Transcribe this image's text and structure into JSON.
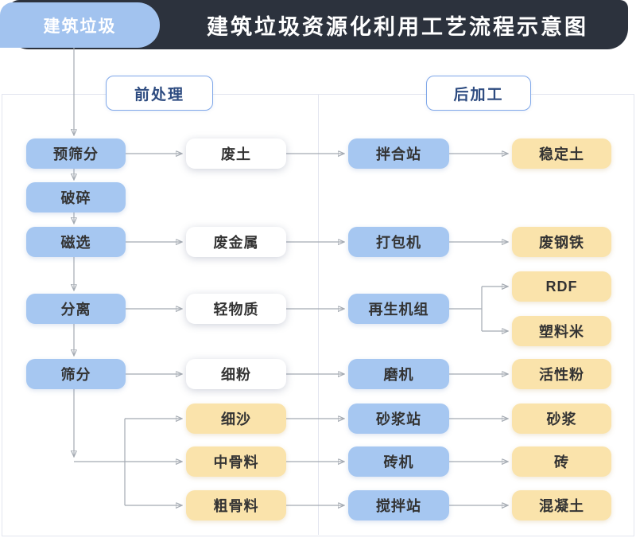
{
  "header": {
    "tab": "建筑垃圾",
    "title": "建筑垃圾资源化利用工艺流程示意图"
  },
  "sections": {
    "pre": "前处理",
    "post": "后加工"
  },
  "columns": {
    "pretreatment": [
      "预筛分",
      "破碎",
      "磁选",
      "分离",
      "筛分"
    ],
    "intermediate": [
      "废土",
      "废金属",
      "轻物质",
      "细粉",
      "细沙",
      "中骨料",
      "粗骨料"
    ],
    "processing": [
      "拌合站",
      "打包机",
      "再生机组",
      "磨机",
      "砂浆站",
      "砖机",
      "搅拌站"
    ],
    "products": [
      "稳定土",
      "废钢铁",
      "RDF",
      "塑料米",
      "活性粉",
      "砂浆",
      "砖",
      "混凝土"
    ]
  },
  "edges": [
    {
      "from": "建筑垃圾",
      "to": "预筛分"
    },
    {
      "from": "预筛分",
      "to": "破碎"
    },
    {
      "from": "破碎",
      "to": "磁选"
    },
    {
      "from": "磁选",
      "to": "分离"
    },
    {
      "from": "分离",
      "to": "筛分"
    },
    {
      "from": "预筛分",
      "to": "废土"
    },
    {
      "from": "废土",
      "to": "拌合站"
    },
    {
      "from": "拌合站",
      "to": "稳定土"
    },
    {
      "from": "磁选",
      "to": "废金属"
    },
    {
      "from": "废金属",
      "to": "打包机"
    },
    {
      "from": "打包机",
      "to": "废钢铁"
    },
    {
      "from": "分离",
      "to": "轻物质"
    },
    {
      "from": "轻物质",
      "to": "再生机组"
    },
    {
      "from": "再生机组",
      "to": "RDF"
    },
    {
      "from": "再生机组",
      "to": "塑料米"
    },
    {
      "from": "筛分",
      "to": "细粉"
    },
    {
      "from": "细粉",
      "to": "磨机"
    },
    {
      "from": "磨机",
      "to": "活性粉"
    },
    {
      "from": "筛分",
      "to": "细沙"
    },
    {
      "from": "筛分",
      "to": "中骨料"
    },
    {
      "from": "筛分",
      "to": "粗骨料"
    },
    {
      "from": "细沙",
      "to": "砂浆站"
    },
    {
      "from": "砂浆站",
      "to": "砂浆"
    },
    {
      "from": "中骨料",
      "to": "砖机"
    },
    {
      "from": "砖机",
      "to": "砖"
    },
    {
      "from": "粗骨料",
      "to": "搅拌站"
    },
    {
      "from": "搅拌站",
      "to": "混凝土"
    }
  ],
  "colors": {
    "header_bg": "#2c323d",
    "tab_bg": "#a2c3ef",
    "node_blue": "#a6c7f1",
    "node_yellow": "#fae3ab",
    "node_white": "#ffffff",
    "section_text": "#2d4b80",
    "section_border": "#7fa7e9",
    "arrow": "#a4aab2",
    "frame_border": "#e2e5ef",
    "node_text": "#333333"
  }
}
